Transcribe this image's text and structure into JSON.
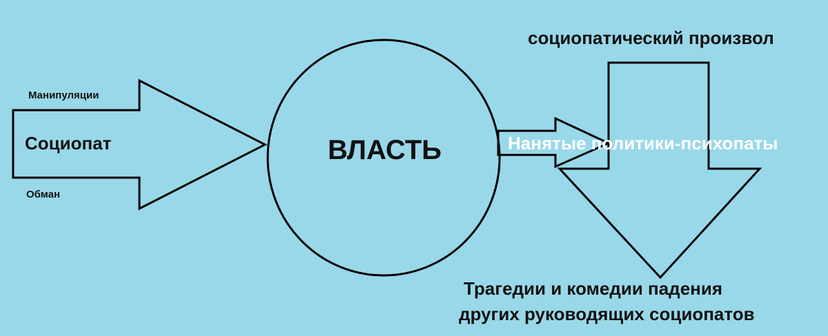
{
  "labels": {
    "manipulation": "Манипуляции",
    "sociopath": "Социопат",
    "deception": "Обман",
    "power": "ВЛАСТЬ",
    "arbitrariness": "социопатический произвол",
    "hired_politicians": "Нанятые политики-психопаты",
    "tragedies_line1": "Трагедии и комедии падения",
    "tragedies_line2": "других руководящих социопатов"
  },
  "colors": {
    "background": "#99d8e9",
    "stroke": "#000000",
    "text": "#111111",
    "highlight_text": "#ffffff"
  }
}
